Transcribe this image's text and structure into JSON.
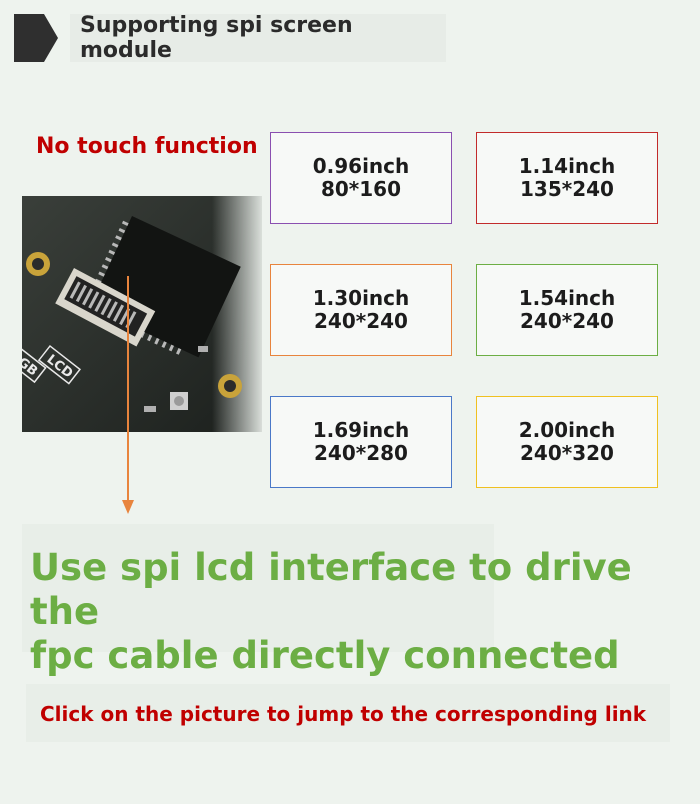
{
  "header": {
    "title": "Supporting spi screen module"
  },
  "note": {
    "no_touch": "No touch function"
  },
  "photo": {
    "labels": {
      "lcd": "LCD",
      "rgb": "RGB"
    }
  },
  "screens": [
    {
      "size": "0.96inch",
      "resolution": "80*160",
      "color": "#8a4fb0"
    },
    {
      "size": "1.14inch",
      "resolution": "135*240",
      "color": "#c22b2b"
    },
    {
      "size": "1.30inch",
      "resolution": "240*240",
      "color": "#e8843d"
    },
    {
      "size": "1.54inch",
      "resolution": "240*240",
      "color": "#6cae44"
    },
    {
      "size": "1.69inch",
      "resolution": "240*280",
      "color": "#4a78c8"
    },
    {
      "size": "2.00inch",
      "resolution": "240*320",
      "color": "#f0c020"
    }
  ],
  "headline": {
    "line1": "Use spi lcd interface to drive the",
    "line2": "fpc cable directly connected"
  },
  "footer": {
    "link_text": "Click on the picture to jump to the corresponding link"
  },
  "colors": {
    "headline": "#6cae44",
    "warning": "#c00000",
    "arrow": "#e8843d"
  }
}
